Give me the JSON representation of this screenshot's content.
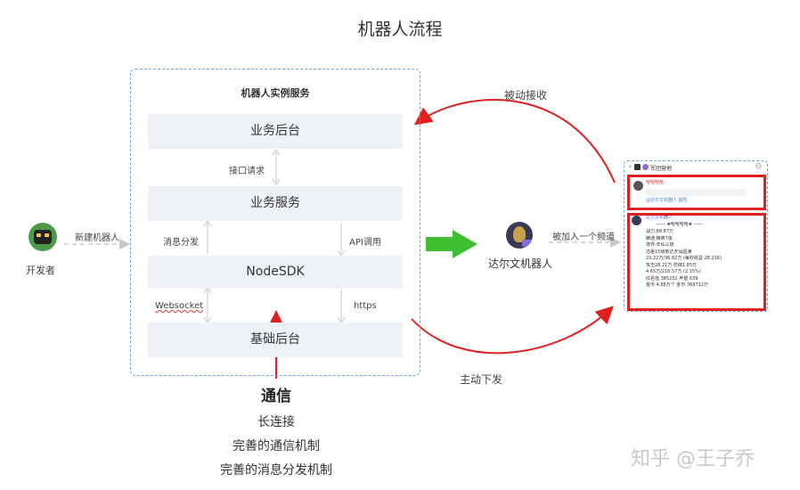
{
  "title": "机器人流程",
  "service": {
    "title": "机器人实例服务",
    "layers": [
      "业务后台",
      "业务服务",
      "NodeSDK",
      "基础后台"
    ],
    "labels": {
      "interface_request": "接口请求",
      "message_dispatch": "消息分发",
      "api_call": "API调用",
      "websocket": "Websocket",
      "https": "https"
    }
  },
  "developer": {
    "label": "开发者",
    "action": "新建机器人"
  },
  "robot": {
    "label": "达尔文机器人",
    "join": "被加入一个频道"
  },
  "flows": {
    "passive": "被动接收",
    "active": "主动下发"
  },
  "communication": {
    "title": "通信",
    "lines": [
      "长连接",
      "完善的通信机制",
      "完善的消息分发机制"
    ]
  },
  "watermark": "知乎 @王子乔",
  "phone": {
    "header": "军团营地",
    "chat_lines": [
      "哈哈哈哈",
      "@达尔文机器人 属性",
      "达尔文机器人",
      "—— ❀哈哈哈哈❀ ——",
      "战力:68.87万",
      "精通:精英7级",
      "境界:天仙三转",
      "还差15级到达天仙圆满",
      "23.22万/36.62万 (每秒收益 28.216)",
      "攻击28.21万 防御1.85万",
      "4.65万/216.57万 (2.15%)",
      "红名值 385252 声望 639",
      "金币 4.88万个 金币 369712万"
    ]
  },
  "colors": {
    "red": "#e02020",
    "green": "#3fbf2f",
    "dashed_blue": "#6aa6d8",
    "layer_bg": "#eef2f7"
  }
}
